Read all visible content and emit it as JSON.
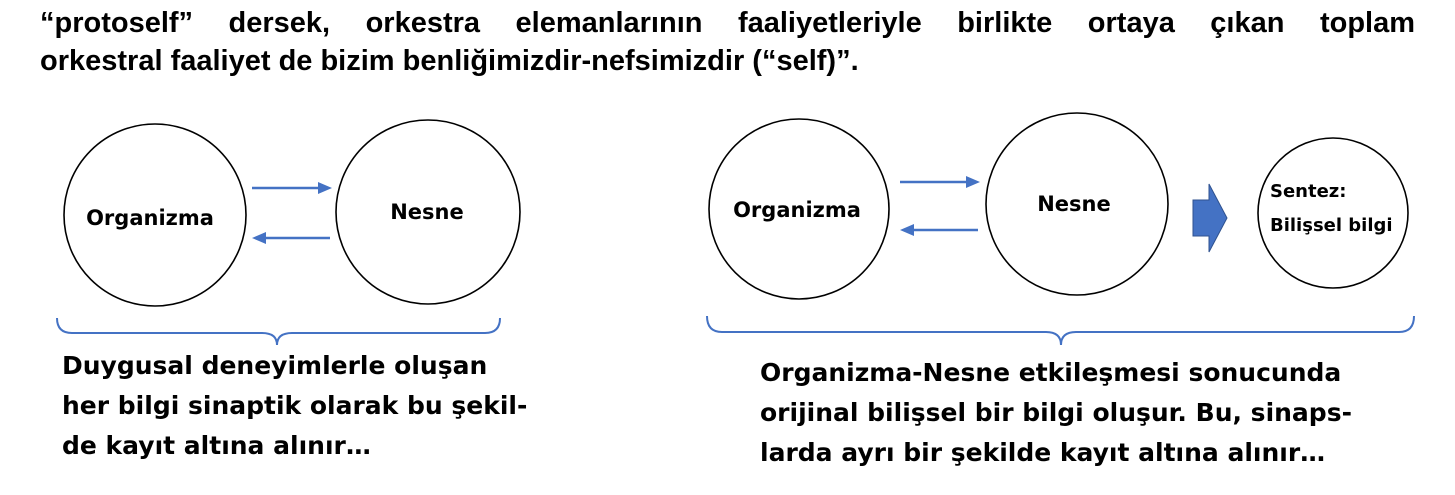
{
  "heading": {
    "line1": "“protoself” dersek, orkestra elemanlarının faaliyetleriyle birlikte ortaya çıkan toplam",
    "line2": "orkestral faaliyet de bizim benliğimizdir-nefsimizdir (“self)”."
  },
  "left_diagram": {
    "organism_label": "Organizma",
    "object_label": "Nesne",
    "caption": [
      "Duygusal deneyimlerle oluşan",
      "her bilgi sinaptik olarak bu şekil-",
      "de kayıt altına alınır…"
    ]
  },
  "right_diagram": {
    "organism_label": "Organizma",
    "object_label": "Nesne",
    "synthesis_label_1": "Sentez:",
    "synthesis_label_2": "Bilişsel bilgi",
    "caption": [
      "Organizma-Nesne etkileşmesi sonucunda",
      "orijinal bilişsel bir bilgi oluşur. Bu, sinaps-",
      "larda ayrı bir şekilde kayıt altına alınır…"
    ]
  },
  "colors": {
    "accent": "#4472c4",
    "outline": "#000000"
  }
}
